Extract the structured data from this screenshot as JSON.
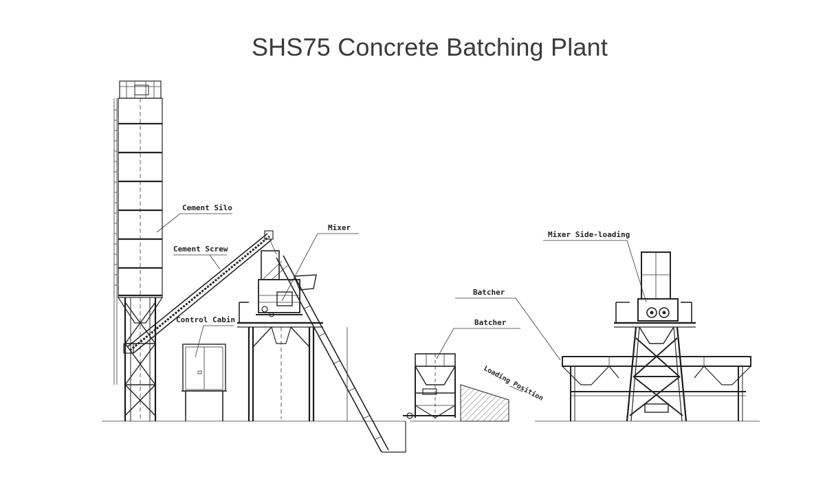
{
  "title": "SHS75 Concrete Batching Plant",
  "labels": {
    "cement_silo": "Cement Silo",
    "cement_screw": "Cement Screw",
    "control_cabin": "Control Cabin",
    "mixer": "Mixer",
    "batcher_left": "Batcher",
    "batcher_right": "Batcher",
    "loading_position": "Loading Position",
    "mixer_side_loading": "Mixer Side-loading"
  },
  "colors": {
    "line": "#222222",
    "title": "#3a3a3a",
    "background": "#ffffff"
  }
}
